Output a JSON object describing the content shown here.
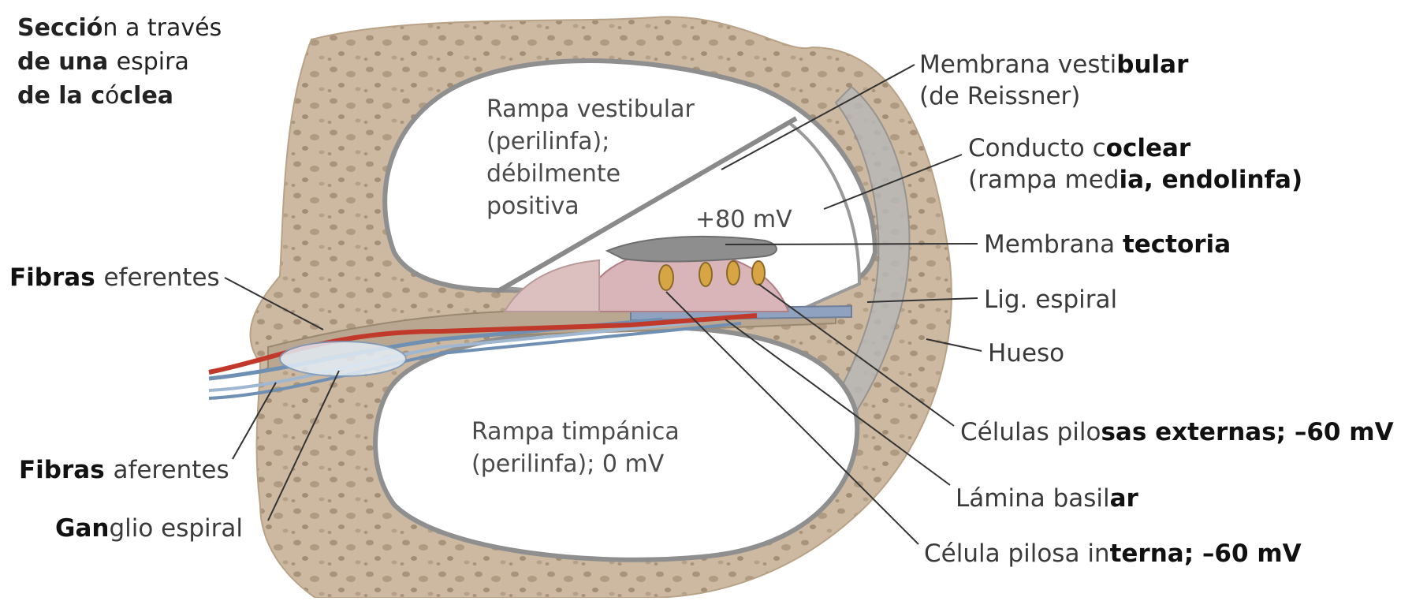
{
  "title": {
    "lines": [
      [
        {
          "t": "Secció",
          "b": true
        },
        {
          "t": "n a través",
          "b": false
        }
      ],
      [
        {
          "t": "de una ",
          "b": true
        },
        {
          "t": "espira",
          "b": false
        }
      ],
      [
        {
          "t": "de la c",
          "b": true
        },
        {
          "t": "ó",
          "b": false
        },
        {
          "t": "clea",
          "b": true
        }
      ]
    ]
  },
  "inner_labels": {
    "scala_vestibuli": [
      "Rampa vestibular",
      "(perilinfa);",
      "débilmente",
      "positiva"
    ],
    "cochlear_duct_potential": "+80 mV",
    "scala_tympani": [
      "Rampa timpánica",
      "(perilinfa); 0 mV"
    ]
  },
  "labels": {
    "reissner": [
      [
        {
          "t": "Membrana vesti",
          "b": false
        },
        {
          "t": "bular",
          "b": true
        }
      ],
      [
        {
          "t": "(de Reissner)",
          "b": false
        }
      ]
    ],
    "cochlear_duct": [
      [
        {
          "t": "Conducto c",
          "b": false
        },
        {
          "t": "oclear",
          "b": true
        }
      ],
      [
        {
          "t": "(rampa med",
          "b": false
        },
        {
          "t": "ia, endolinfa)",
          "b": true
        }
      ]
    ],
    "tectorial": [
      [
        {
          "t": "Membrana ",
          "b": false
        },
        {
          "t": "tectoria",
          "b": true
        }
      ]
    ],
    "spiral_ligament": [
      [
        {
          "t": "Lig. espiral",
          "b": false
        }
      ]
    ],
    "bone": [
      [
        {
          "t": "Hueso",
          "b": false
        }
      ]
    ],
    "outer_hair_cells": [
      [
        {
          "t": "Células pilo",
          "b": false
        },
        {
          "t": "sas externas; –60 mV",
          "b": true
        }
      ]
    ],
    "basilar": [
      [
        {
          "t": "Lámina basil",
          "b": false
        },
        {
          "t": "ar",
          "b": true
        }
      ]
    ],
    "inner_hair_cell": [
      [
        {
          "t": "Célula pilosa in",
          "b": false
        },
        {
          "t": "terna; –60 mV",
          "b": true
        }
      ]
    ],
    "efferent": [
      [
        {
          "t": "Fibras ",
          "b": true
        },
        {
          "t": "eferentes",
          "b": false
        }
      ]
    ],
    "afferent": [
      [
        {
          "t": "Fibras ",
          "b": true
        },
        {
          "t": "aferentes",
          "b": false
        }
      ]
    ],
    "ganglion": [
      [
        {
          "t": "Gan",
          "b": true
        },
        {
          "t": "glio espiral",
          "b": false
        }
      ]
    ]
  },
  "colors": {
    "bone": "#cbb8a0",
    "bone_spots": "#a8927a",
    "cavity": "#ffffff",
    "membrane": "#9c9c9c",
    "organ": "#d8b4b8",
    "efferent_fiber": "#c0392b",
    "afferent_fiber": "#6f8fb3",
    "leader": "#333333"
  }
}
